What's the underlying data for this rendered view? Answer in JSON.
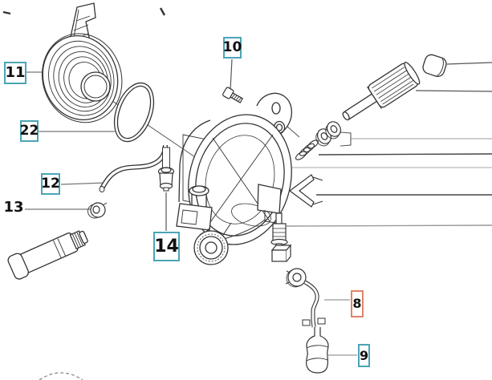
{
  "diagram": {
    "colors": {
      "callout_teal": "#4aa5b5",
      "callout_highlight": "#e08468",
      "ink": "#333333"
    },
    "callouts": {
      "c8": {
        "label": "8",
        "highlighted": true
      },
      "c9": {
        "label": "9",
        "highlighted": false
      },
      "c10": {
        "label": "10",
        "highlighted": false
      },
      "c11": {
        "label": "11",
        "highlighted": false
      },
      "c12": {
        "label": "12",
        "highlighted": false
      },
      "c13": {
        "label": "13",
        "highlighted": false,
        "boxed": false
      },
      "c14": {
        "label": "14",
        "highlighted": false
      },
      "c22": {
        "label": "22",
        "highlighted": false
      }
    }
  }
}
